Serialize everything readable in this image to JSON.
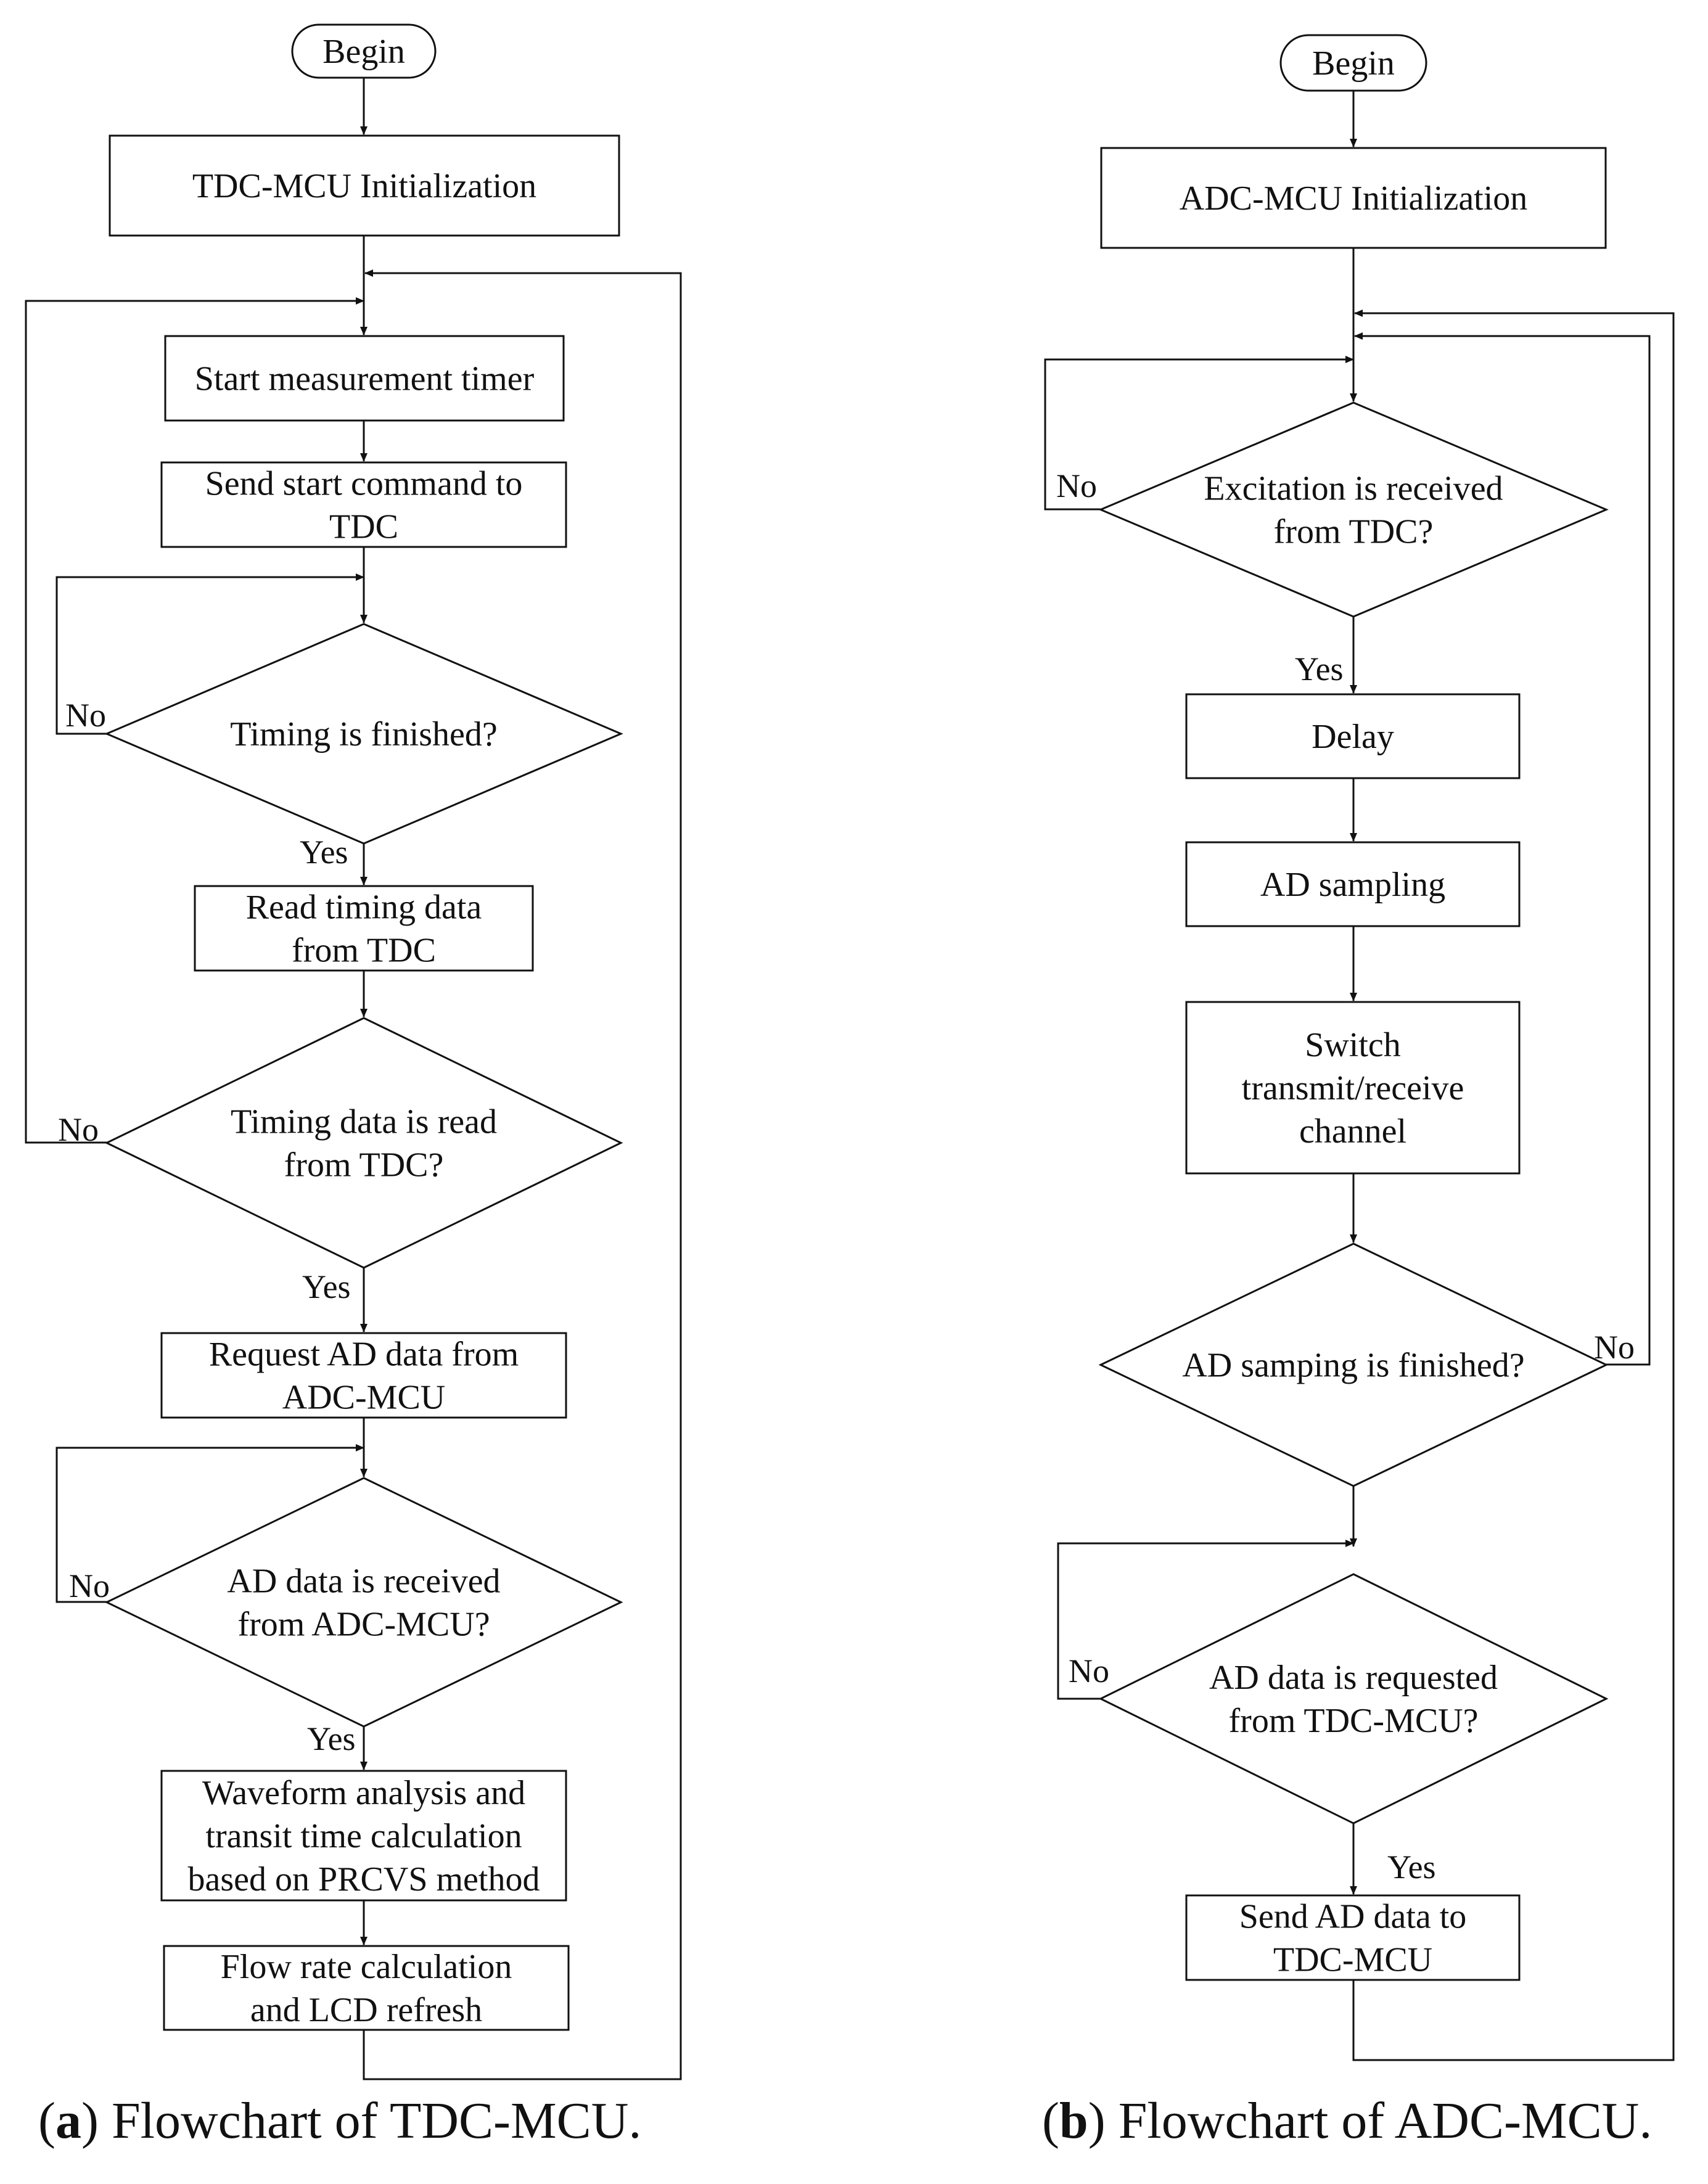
{
  "flowchart_a": {
    "begin": "Begin",
    "init": "TDC-MCU Initialization",
    "start_timer": "Start measurement timer",
    "send_start": [
      "Send start command to",
      "TDC"
    ],
    "timing_finished": [
      "Timing is finished?"
    ],
    "read_timing": [
      "Read timing data",
      "from TDC"
    ],
    "timing_read": [
      "Timing data is read",
      "from TDC?"
    ],
    "request_ad": [
      "Request AD data from",
      "ADC-MCU"
    ],
    "ad_received": [
      "AD data is received",
      "from ADC-MCU?"
    ],
    "waveform": [
      "Waveform analysis and",
      "transit time calculation",
      "based on PRCVS method"
    ],
    "flow_rate": [
      "Flow rate calculation",
      "and LCD refresh"
    ],
    "yes": "Yes",
    "no": "No"
  },
  "flowchart_b": {
    "begin": "Begin",
    "init": "ADC-MCU Initialization",
    "excitation": [
      "Excitation is received",
      "from TDC?"
    ],
    "delay": "Delay",
    "ad_sampling": "AD sampling",
    "switch": [
      "Switch",
      "transmit/receive",
      "channel"
    ],
    "samping_finished": [
      "AD samping is finished?"
    ],
    "ad_requested": [
      "AD data is requested",
      "from TDC-MCU?"
    ],
    "send_ad": [
      "Send AD data to",
      "TDC-MCU"
    ],
    "yes": "Yes",
    "no": "No"
  },
  "captions": {
    "a_letter": "a",
    "a_text": "Flowchart of TDC-MCU.",
    "b_letter": "b",
    "b_text": "Flowchart of ADC-MCU."
  }
}
